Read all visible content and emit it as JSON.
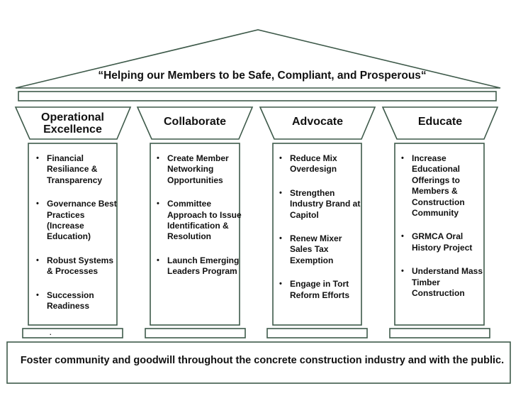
{
  "tagline": "“Helping our Members to be Safe, Compliant, and Prosperous“",
  "colors": {
    "stroke": "#3e5a4a",
    "text": "#111111"
  },
  "pillars": [
    {
      "title": "Operational Excellence",
      "items": [
        "Financial Resiliance & Transparency",
        "Governance Best Practices (Increase Education)",
        "Robust Systems & Processes",
        "Succession Readiness"
      ]
    },
    {
      "title": "Collaborate",
      "items": [
        "Create Member Networking Opportunities",
        "Committee Approach to Issue Identification & Resolution",
        "Launch Emerging Leaders Program"
      ]
    },
    {
      "title": "Advocate",
      "items": [
        "Reduce Mix Overdesign",
        "Strengthen Industry Brand at Capitol",
        "Renew Mixer Sales Tax Exemption",
        "Engage in Tort Reform Efforts"
      ]
    },
    {
      "title": "Educate",
      "items": [
        "Increase Educational Offerings to Members & Construction Community",
        "GRMCA Oral History Project",
        "Understand Mass Timber Construction"
      ]
    }
  ],
  "base_mark": ".",
  "foundation": "Foster community and goodwill throughout the concrete construction industry and with the public."
}
